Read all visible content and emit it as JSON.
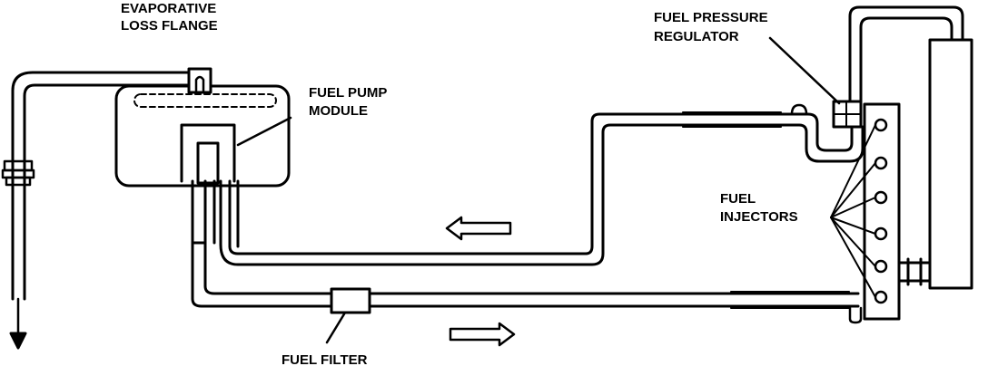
{
  "labels": {
    "evap_line1": "EVAPORATIVE",
    "evap_line2": "LOSS FLANGE",
    "pump_line1": "FUEL PUMP",
    "pump_line2": "MODULE",
    "regulator_line1": "FUEL PRESSURE",
    "regulator_line2": "REGULATOR",
    "injectors_line1": "FUEL",
    "injectors_line2": "INJECTORS",
    "filter": "FUEL FILTER"
  },
  "colors": {
    "ink": "#000000",
    "paper": "#ffffff"
  }
}
